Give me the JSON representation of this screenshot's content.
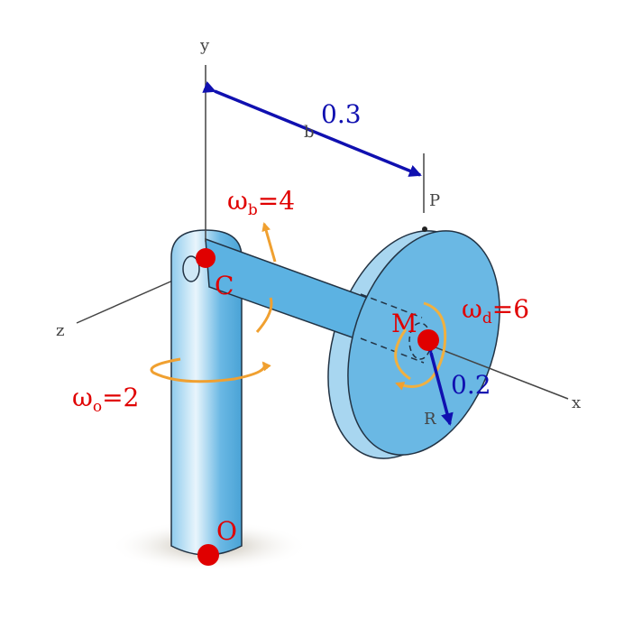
{
  "axes": {
    "x": "x",
    "y": "y",
    "z": "z"
  },
  "points": {
    "C": "C",
    "M": "M",
    "O": "O",
    "P": "P"
  },
  "dimension_labels": {
    "b": "b",
    "R": "R"
  },
  "values": {
    "b_length": "0.3",
    "R_length": "0.2"
  },
  "angular_velocities": {
    "omega_b": {
      "symbol": "ω",
      "sub": "b",
      "value": "=4"
    },
    "omega_d": {
      "symbol": "ω",
      "sub": "d",
      "value": "=6"
    },
    "omega_o": {
      "symbol": "ω",
      "sub": "o",
      "value": "=2"
    }
  },
  "colors": {
    "red": "#e00000",
    "blue": "#1010b0",
    "orange": "#f0a030",
    "body": "#6ab8e4"
  }
}
